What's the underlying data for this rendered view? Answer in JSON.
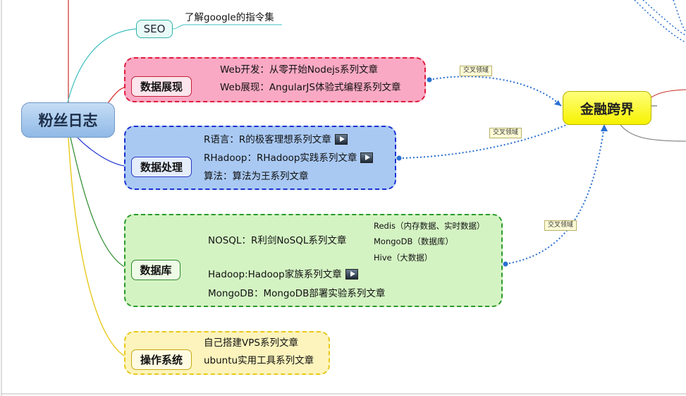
{
  "root": {
    "label": "粉丝日志"
  },
  "seo": {
    "label": "SEO",
    "leaf": "了解google的指令集"
  },
  "data_display": {
    "label": "数据展现",
    "items": [
      "Web开发：从零开始Nodejs系列文章",
      "Web展现：AngularJS体验式编程系列文章"
    ]
  },
  "data_processing": {
    "label": "数据处理",
    "items": [
      "R语言：R的极客理想系列文章",
      "RHadoop：RHadoop实践系列文章",
      "算法：算法为王系列文章"
    ]
  },
  "database": {
    "label": "数据库",
    "nosql": "NOSQL：R利剑NoSQL系列文章",
    "nosql_children": [
      "Redis（内存数据、实时数据）",
      "MongoDB（数据库）",
      "Hive（大数据）"
    ],
    "hadoop": "Hadoop:Hadoop家族系列文章",
    "mongodb": "MongoDB：MongoDB部署实验系列文章"
  },
  "os": {
    "label": "操作系统",
    "items": [
      "自己搭建VPS系列文章",
      "ubuntu实用工具系列文章"
    ]
  },
  "finance": {
    "label": "金融跨界"
  },
  "cross_tags": [
    "交叉领域",
    "交叉领域",
    "交叉领域"
  ],
  "icons": {
    "video": "video-icon"
  },
  "colors": {
    "display": "#e01a3c",
    "processing": "#1a2fd0",
    "database": "#2a9a2a",
    "os": "#e8c81a",
    "seo": "#2fb0a6"
  }
}
